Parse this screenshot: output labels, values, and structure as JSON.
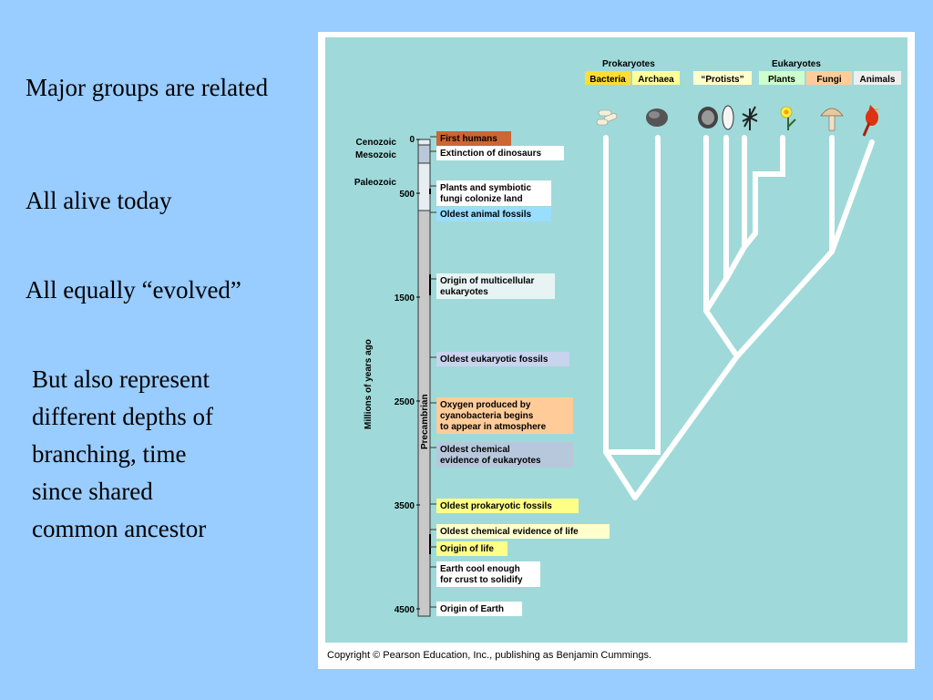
{
  "slide": {
    "bullets": [
      "Major groups are related",
      "All alive today",
      "All equally “evolved”"
    ],
    "paragraph_lines": [
      "But also represent",
      "different depths of",
      "branching, time",
      "since shared",
      "common ancestor"
    ]
  },
  "figure": {
    "copyright": "Copyright © Pearson Education, Inc., publishing as Benjamin Cummings.",
    "axis_label": "Millions of years ago",
    "ticks": [
      "0",
      "500",
      "1500",
      "2500",
      "3500",
      "4500"
    ],
    "eras": {
      "cenozoic": "Cenozoic",
      "mesozoic": "Mesozoic",
      "paleozoic": "Paleozoic",
      "precambrian": "Precambrian"
    },
    "events": [
      {
        "lines": [
          "First humans"
        ],
        "color": "#cc6633"
      },
      {
        "lines": [
          "Extinction of dinosaurs"
        ],
        "color": "#ffffff"
      },
      {
        "lines": [
          "Plants and symbiotic",
          "fungi colonize land"
        ],
        "color": "#ffffff"
      },
      {
        "lines": [
          "Oldest animal fossils"
        ],
        "color": "#99ddff"
      },
      {
        "lines": [
          "Origin of multicellular",
          "eukaryotes"
        ],
        "color": "#e8f4f4"
      },
      {
        "lines": [
          "Oldest eukaryotic fossils"
        ],
        "color": "#c8d4ee"
      },
      {
        "lines": [
          "Oxygen produced by",
          "cyanobacteria begins",
          "to appear in atmosphere"
        ],
        "color": "#ffcc99"
      },
      {
        "lines": [
          "Oldest chemical",
          "evidence of eukaryotes"
        ],
        "color": "#b8c8dc"
      },
      {
        "lines": [
          "Oldest prokaryotic fossils"
        ],
        "color": "#ffff88"
      },
      {
        "lines": [
          "Oldest chemical evidence of life"
        ],
        "color": "#ffffcc"
      },
      {
        "lines": [
          "Origin of life"
        ],
        "color": "#ffff88"
      },
      {
        "lines": [
          "Earth cool enough",
          "for crust to solidify"
        ],
        "color": "#ffffff"
      },
      {
        "lines": [
          "Origin of Earth"
        ],
        "color": "#ffffff"
      }
    ],
    "domains": {
      "prokaryotes": "Prokaryotes",
      "eukaryotes": "Eukaryotes"
    },
    "groups": [
      {
        "label": "Bacteria",
        "color": "#ffdd33",
        "icon": "bacteria-icon"
      },
      {
        "label": "Archaea",
        "color": "#ffff99",
        "icon": "archaea-icon"
      },
      {
        "label": "“Protists”",
        "color": "#ffffcc",
        "icon": "protist-icon"
      },
      {
        "label": "Plants",
        "color": "#ccffcc",
        "icon": "plant-icon"
      },
      {
        "label": "Fungi",
        "color": "#ffcc99",
        "icon": "mushroom-icon"
      },
      {
        "label": "Animals",
        "color": "#eeeeee",
        "icon": "bird-icon"
      }
    ]
  }
}
